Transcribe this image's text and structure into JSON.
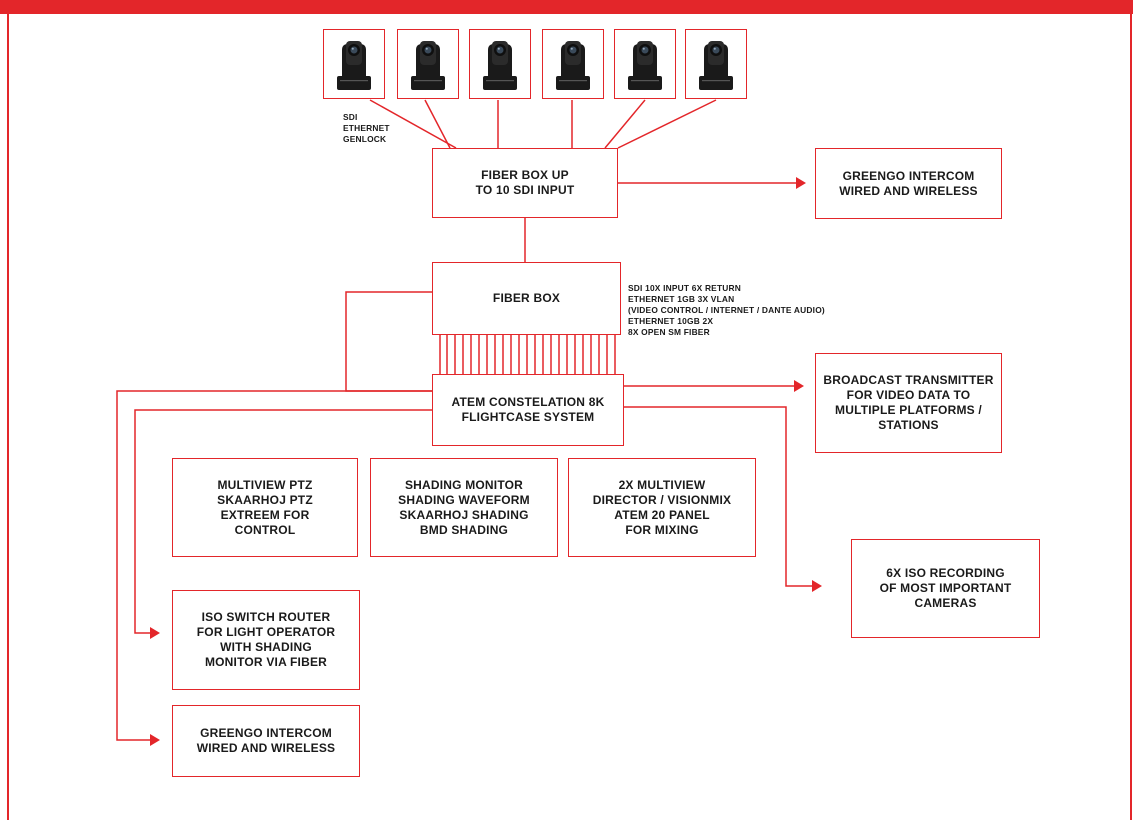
{
  "colors": {
    "accent": "#e3262a",
    "text": "#1a1a1a",
    "camera_body": "#1a1a1a"
  },
  "cameras": [
    {
      "icon": "ptz-camera-icon"
    },
    {
      "icon": "ptz-camera-icon"
    },
    {
      "icon": "ptz-camera-icon"
    },
    {
      "icon": "ptz-camera-icon"
    },
    {
      "icon": "ptz-camera-icon"
    },
    {
      "icon": "ptz-camera-icon"
    }
  ],
  "camera_connection_label": [
    "SDI",
    "ETHERNET",
    "GENLOCK"
  ],
  "fiber_box_up": "FIBER BOX UP\nTO 10 SDI INPUT",
  "greengo_top": "GREENGO INTERCOM\nWIRED AND WIRELESS",
  "fiber_box": "FIBER BOX",
  "fiber_box_specs": [
    "SDI 10X INPUT 6X RETURN",
    "ETHERNET 1GB 3X VLAN",
    "(VIDEO CONTROL / INTERNET / DANTE AUDIO)",
    "ETHERNET 10GB 2X",
    "8X OPEN SM FIBER"
  ],
  "atem": "ATEM CONSTELATION 8K\nFLIGHTCASE SYSTEM",
  "broadcast": "BROADCAST TRANSMITTER\nFOR VIDEO DATA TO\nMULTIPLE PLATFORMS /\nSTATIONS",
  "multiview_ptz": "MULTIVIEW PTZ\nSKAARHOJ PTZ\nEXTREEM FOR\nCONTROL",
  "shading": "SHADING MONITOR\nSHADING WAVEFORM\nSKAARHOJ SHADING\nBMD SHADING",
  "multiview_2x": "2X MULTIVIEW\nDIRECTOR / VISIONMIX\nATEM 20 PANEL\nFOR MIXING",
  "iso_recording": "6X ISO RECORDING\nOF MOST IMPORTANT\nCAMERAS",
  "iso_switch": "ISO SWITCH ROUTER\nFOR LIGHT OPERATOR\nWITH SHADING\nMONITOR VIA FIBER",
  "greengo_bottom": "GREENGO INTERCOM\nWIRED AND WIRELESS"
}
